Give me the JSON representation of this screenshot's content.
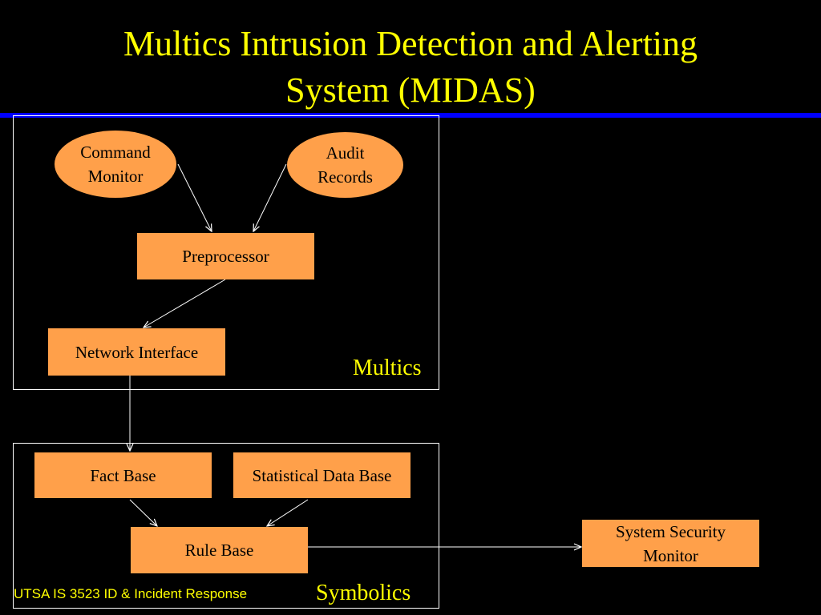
{
  "title": {
    "line1": "Multics Intrusion Detection and Alerting",
    "line2": "System (MIDAS)"
  },
  "groups": {
    "multics": "Multics",
    "symbolics": "Symbolics"
  },
  "nodes": {
    "command_monitor": {
      "line1": "Command",
      "line2": "Monitor"
    },
    "audit_records": {
      "line1": "Audit",
      "line2": "Records"
    },
    "preprocessor": "Preprocessor",
    "network_interface": "Network Interface",
    "fact_base": "Fact Base",
    "statistical_data_base": "Statistical Data Base",
    "rule_base": "Rule Base",
    "system_security_monitor": {
      "line1": "System Security",
      "line2": "Monitor"
    }
  },
  "edges": [
    {
      "from": "Command Monitor",
      "to": "Preprocessor"
    },
    {
      "from": "Audit Records",
      "to": "Preprocessor"
    },
    {
      "from": "Preprocessor",
      "to": "Network Interface"
    },
    {
      "from": "Network Interface",
      "to": "Fact Base"
    },
    {
      "from": "Fact Base",
      "to": "Rule Base"
    },
    {
      "from": "Statistical Data Base",
      "to": "Rule Base"
    },
    {
      "from": "Rule Base",
      "to": "System Security Monitor"
    }
  ],
  "footer": "UTSA IS 3523 ID & Incident Response",
  "colors": {
    "background": "#000000",
    "title_text": "#ffff00",
    "divider": "#0000ff",
    "node_fill": "#ffa04a",
    "frame_border": "#ffffff"
  }
}
